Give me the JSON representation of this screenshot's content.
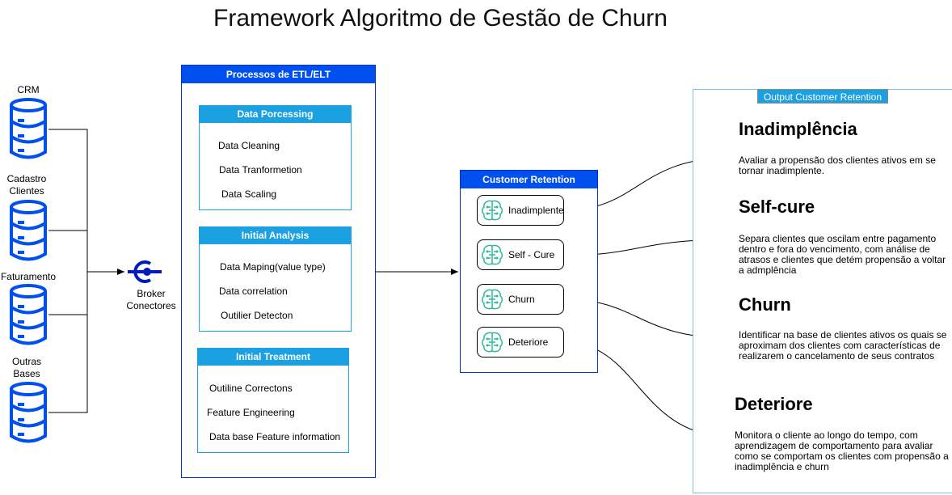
{
  "title": "Framework Algoritmo de Gestão de Churn",
  "sources": [
    {
      "label": "CRM",
      "icon": "database-icon"
    },
    {
      "label": "Cadastro\nClientes",
      "icon": "database-icon"
    },
    {
      "label": "Faturamento",
      "icon": "database-icon"
    },
    {
      "label": "Outras\nBases",
      "icon": "database-icon"
    }
  ],
  "broker": {
    "label": "Broker\nConectores",
    "icon": "connector-icon"
  },
  "etl": {
    "title": "Processos de ETL/ELT",
    "groups": [
      {
        "title": "Data Porcessing",
        "items": [
          "Data Cleaning",
          "Data Tranformetion",
          "Data Scaling"
        ]
      },
      {
        "title": "Initial Analysis",
        "items": [
          "Data Maping(value type)",
          "Data correlation",
          "Outilier Detecton"
        ]
      },
      {
        "title": "Initial Treatment",
        "items": [
          "Outiline Correctons",
          "Feature Engineering",
          "Data base Feature information"
        ]
      }
    ]
  },
  "retention": {
    "title": "Customer Retention",
    "items": [
      {
        "label": "Inadimplente",
        "icon": "brain-ai-icon"
      },
      {
        "label": "Self - Cure",
        "icon": "brain-ai-icon"
      },
      {
        "label": "Churn",
        "icon": "brain-ai-icon"
      },
      {
        "label": "Deteriore",
        "icon": "brain-ai-icon"
      }
    ]
  },
  "output": {
    "title": "Output Customer Retention",
    "sections": [
      {
        "heading": "Inadimplência",
        "text": "Avaliar a propensão dos clientes ativos em se tornar inadimplente."
      },
      {
        "heading": "Self-cure",
        "text": "Separa clientes que oscilam entre pagamento dentro e fora do vencimento, com análise de atrasos e clientes que detém propensão a voltar a admplência"
      },
      {
        "heading": "Churn",
        "text": "Identificar na base de clientes ativos os quais se aproximam dos clientes com características de realizarem o cancelamento de seus contratos"
      },
      {
        "heading": "Deteriore",
        "text": "Monitora o cliente ao longo do tempo, com aprendizagem de comportamento para avaliar como se comportam os clientes com propensão a inadimplência e churn"
      }
    ]
  },
  "colors": {
    "etl_header": "#0050ef",
    "sub_header": "#1ba1e2",
    "database": "#0050ef",
    "broker": "#001dbc"
  }
}
